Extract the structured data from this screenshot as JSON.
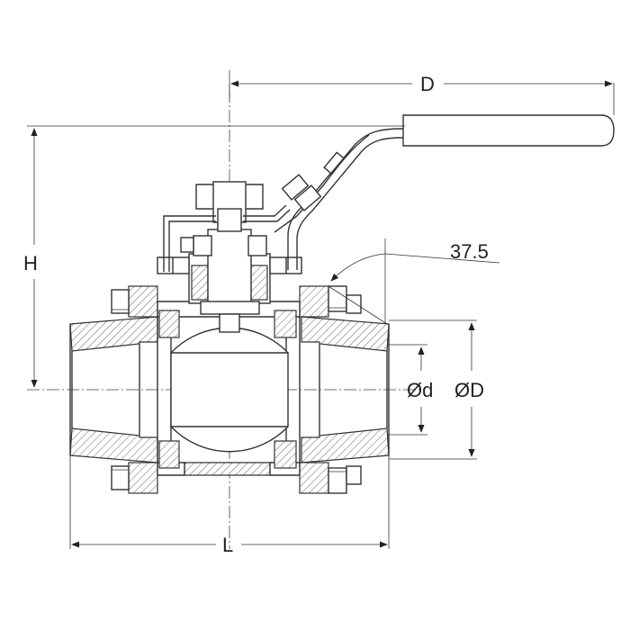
{
  "labels": {
    "D": "D",
    "H": "H",
    "L": "L",
    "d_inner": "Ød",
    "D_outer": "ØD",
    "angle": "37.5"
  }
}
